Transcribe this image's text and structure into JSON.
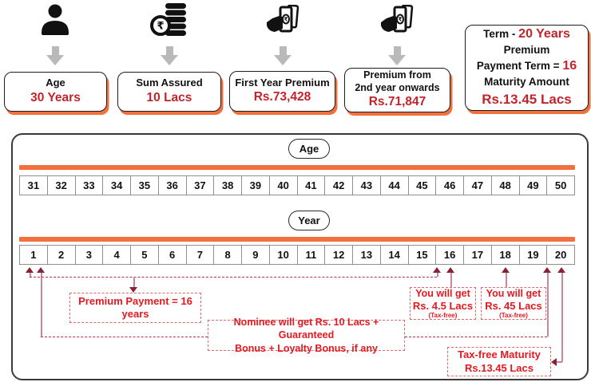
{
  "cards": {
    "age": {
      "title": "Age",
      "value": "30 Years"
    },
    "sum_assured": {
      "title": "Sum Assured",
      "value": "10 Lacs"
    },
    "first_year_premium": {
      "title": "First Year Premium",
      "value": "Rs.73,428"
    },
    "renewal_premium": {
      "title_line1": "Premium from",
      "title_line2": "2nd year onwards",
      "value": "Rs.71,847"
    },
    "term_summary": {
      "line1_label": "Term - ",
      "line1_value": "20 Years",
      "line2": "Premium",
      "line3_label": "Payment Term = ",
      "line3_value": "16",
      "line4": "Maturity Amount",
      "line5_value": "Rs.13.45 Lacs"
    }
  },
  "timeline": {
    "age_label": "Age",
    "year_label": "Year",
    "ages": [
      31,
      32,
      33,
      34,
      35,
      36,
      37,
      38,
      39,
      40,
      41,
      42,
      43,
      44,
      45,
      46,
      47,
      48,
      49,
      50
    ],
    "years": [
      1,
      2,
      3,
      4,
      5,
      6,
      7,
      8,
      9,
      10,
      11,
      12,
      13,
      14,
      15,
      16,
      17,
      18,
      19,
      20
    ]
  },
  "annotations": {
    "premium_payment": "Premium Payment = 16 years",
    "payout_year16": {
      "line1": "You will get",
      "line2": "Rs. 4.5 Lacs",
      "line3": "(Tax-free)"
    },
    "payout_year18": {
      "line1": "You will get",
      "line2": "Rs. 45 Lacs",
      "line3": "(Tax-free)"
    },
    "nominee": {
      "line1": "Nominee will get Rs. 10 Lacs + Guaranteed",
      "line2": "Bonus + Loyalty Bonus, if any"
    },
    "maturity": {
      "line1": "Tax-free Maturity",
      "line2": "Rs.13.45 Lacs"
    }
  },
  "icons": {
    "person": "person-icon",
    "rupee_coins": "rupee-coins-icon",
    "money_hand": "money-hand-icon",
    "down_arrow": "down-arrow-icon"
  },
  "colors": {
    "accent_orange": "#f2703d",
    "value_red": "#c2242c",
    "annotation_red": "#e4191f",
    "arrow_maroon": "#8a2033",
    "grey_arrow": "#b9b9b9"
  }
}
